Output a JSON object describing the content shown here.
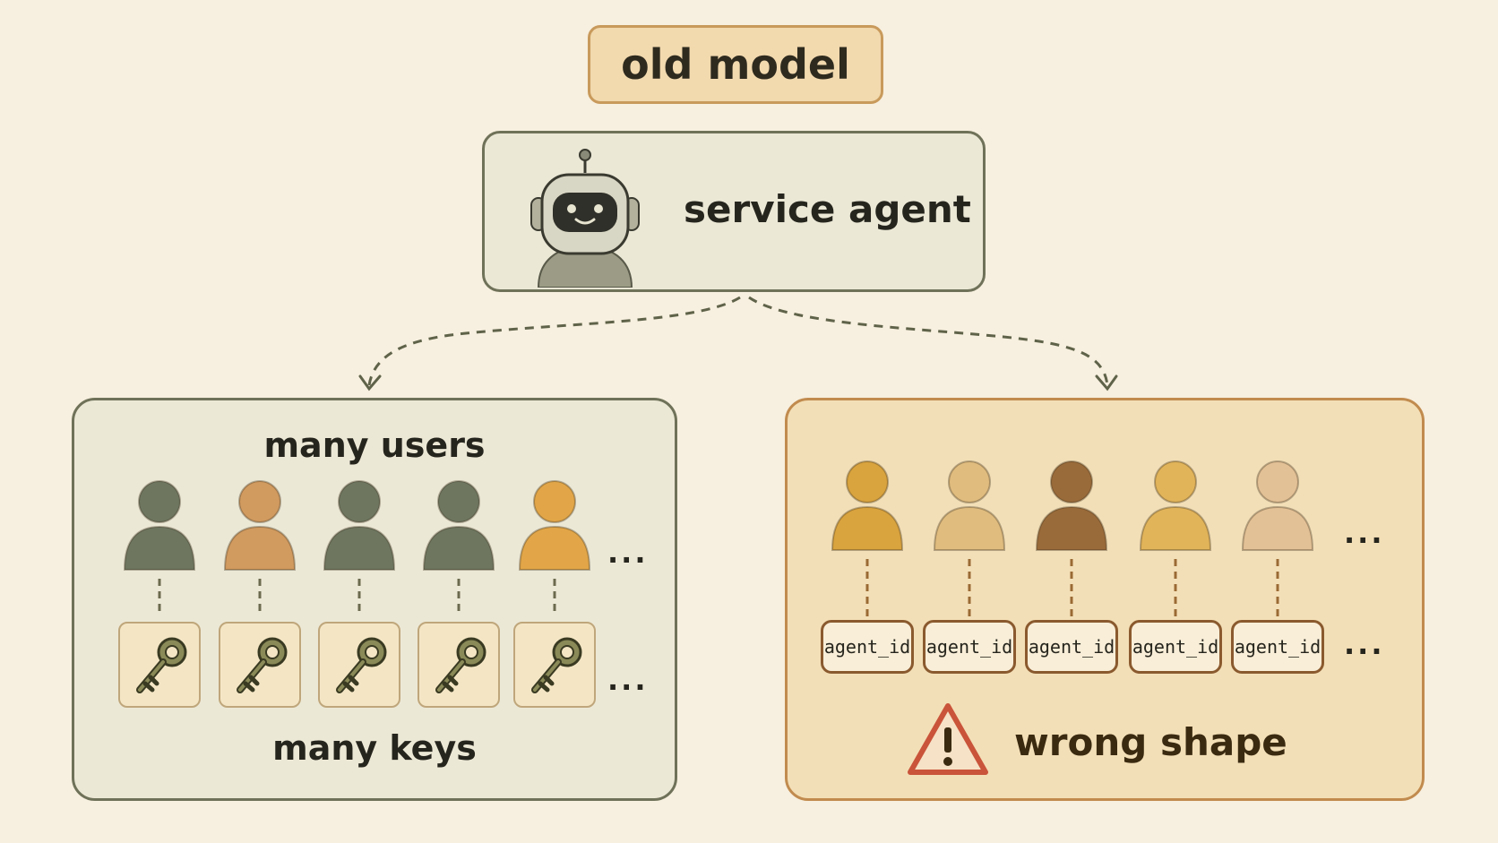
{
  "title": "old model",
  "agent": {
    "label": "service agent",
    "icon": "robot-icon"
  },
  "left_panel": {
    "title": "many users",
    "footer": "many keys",
    "user_colors": [
      "#6e7660",
      "#d19a5f",
      "#6e7660",
      "#6e7660",
      "#e2a648"
    ],
    "key_icon": "key-icon",
    "ellipsis": "..."
  },
  "right_panel": {
    "user_colors": [
      "#d9a33e",
      "#e0bc7f",
      "#9a6b3a",
      "#e2b45a",
      "#e3c196"
    ],
    "id_labels": [
      "agent_id",
      "agent_id",
      "agent_id",
      "agent_id",
      "agent_id"
    ],
    "ellipsis": "...",
    "warning": {
      "icon": "warning-icon",
      "text": "wrong shape"
    }
  },
  "colors": {
    "background": "#f7efdf",
    "olive_border": "#6f7258",
    "amber_border": "#c18b4e",
    "warning_red": "#c9543a"
  }
}
